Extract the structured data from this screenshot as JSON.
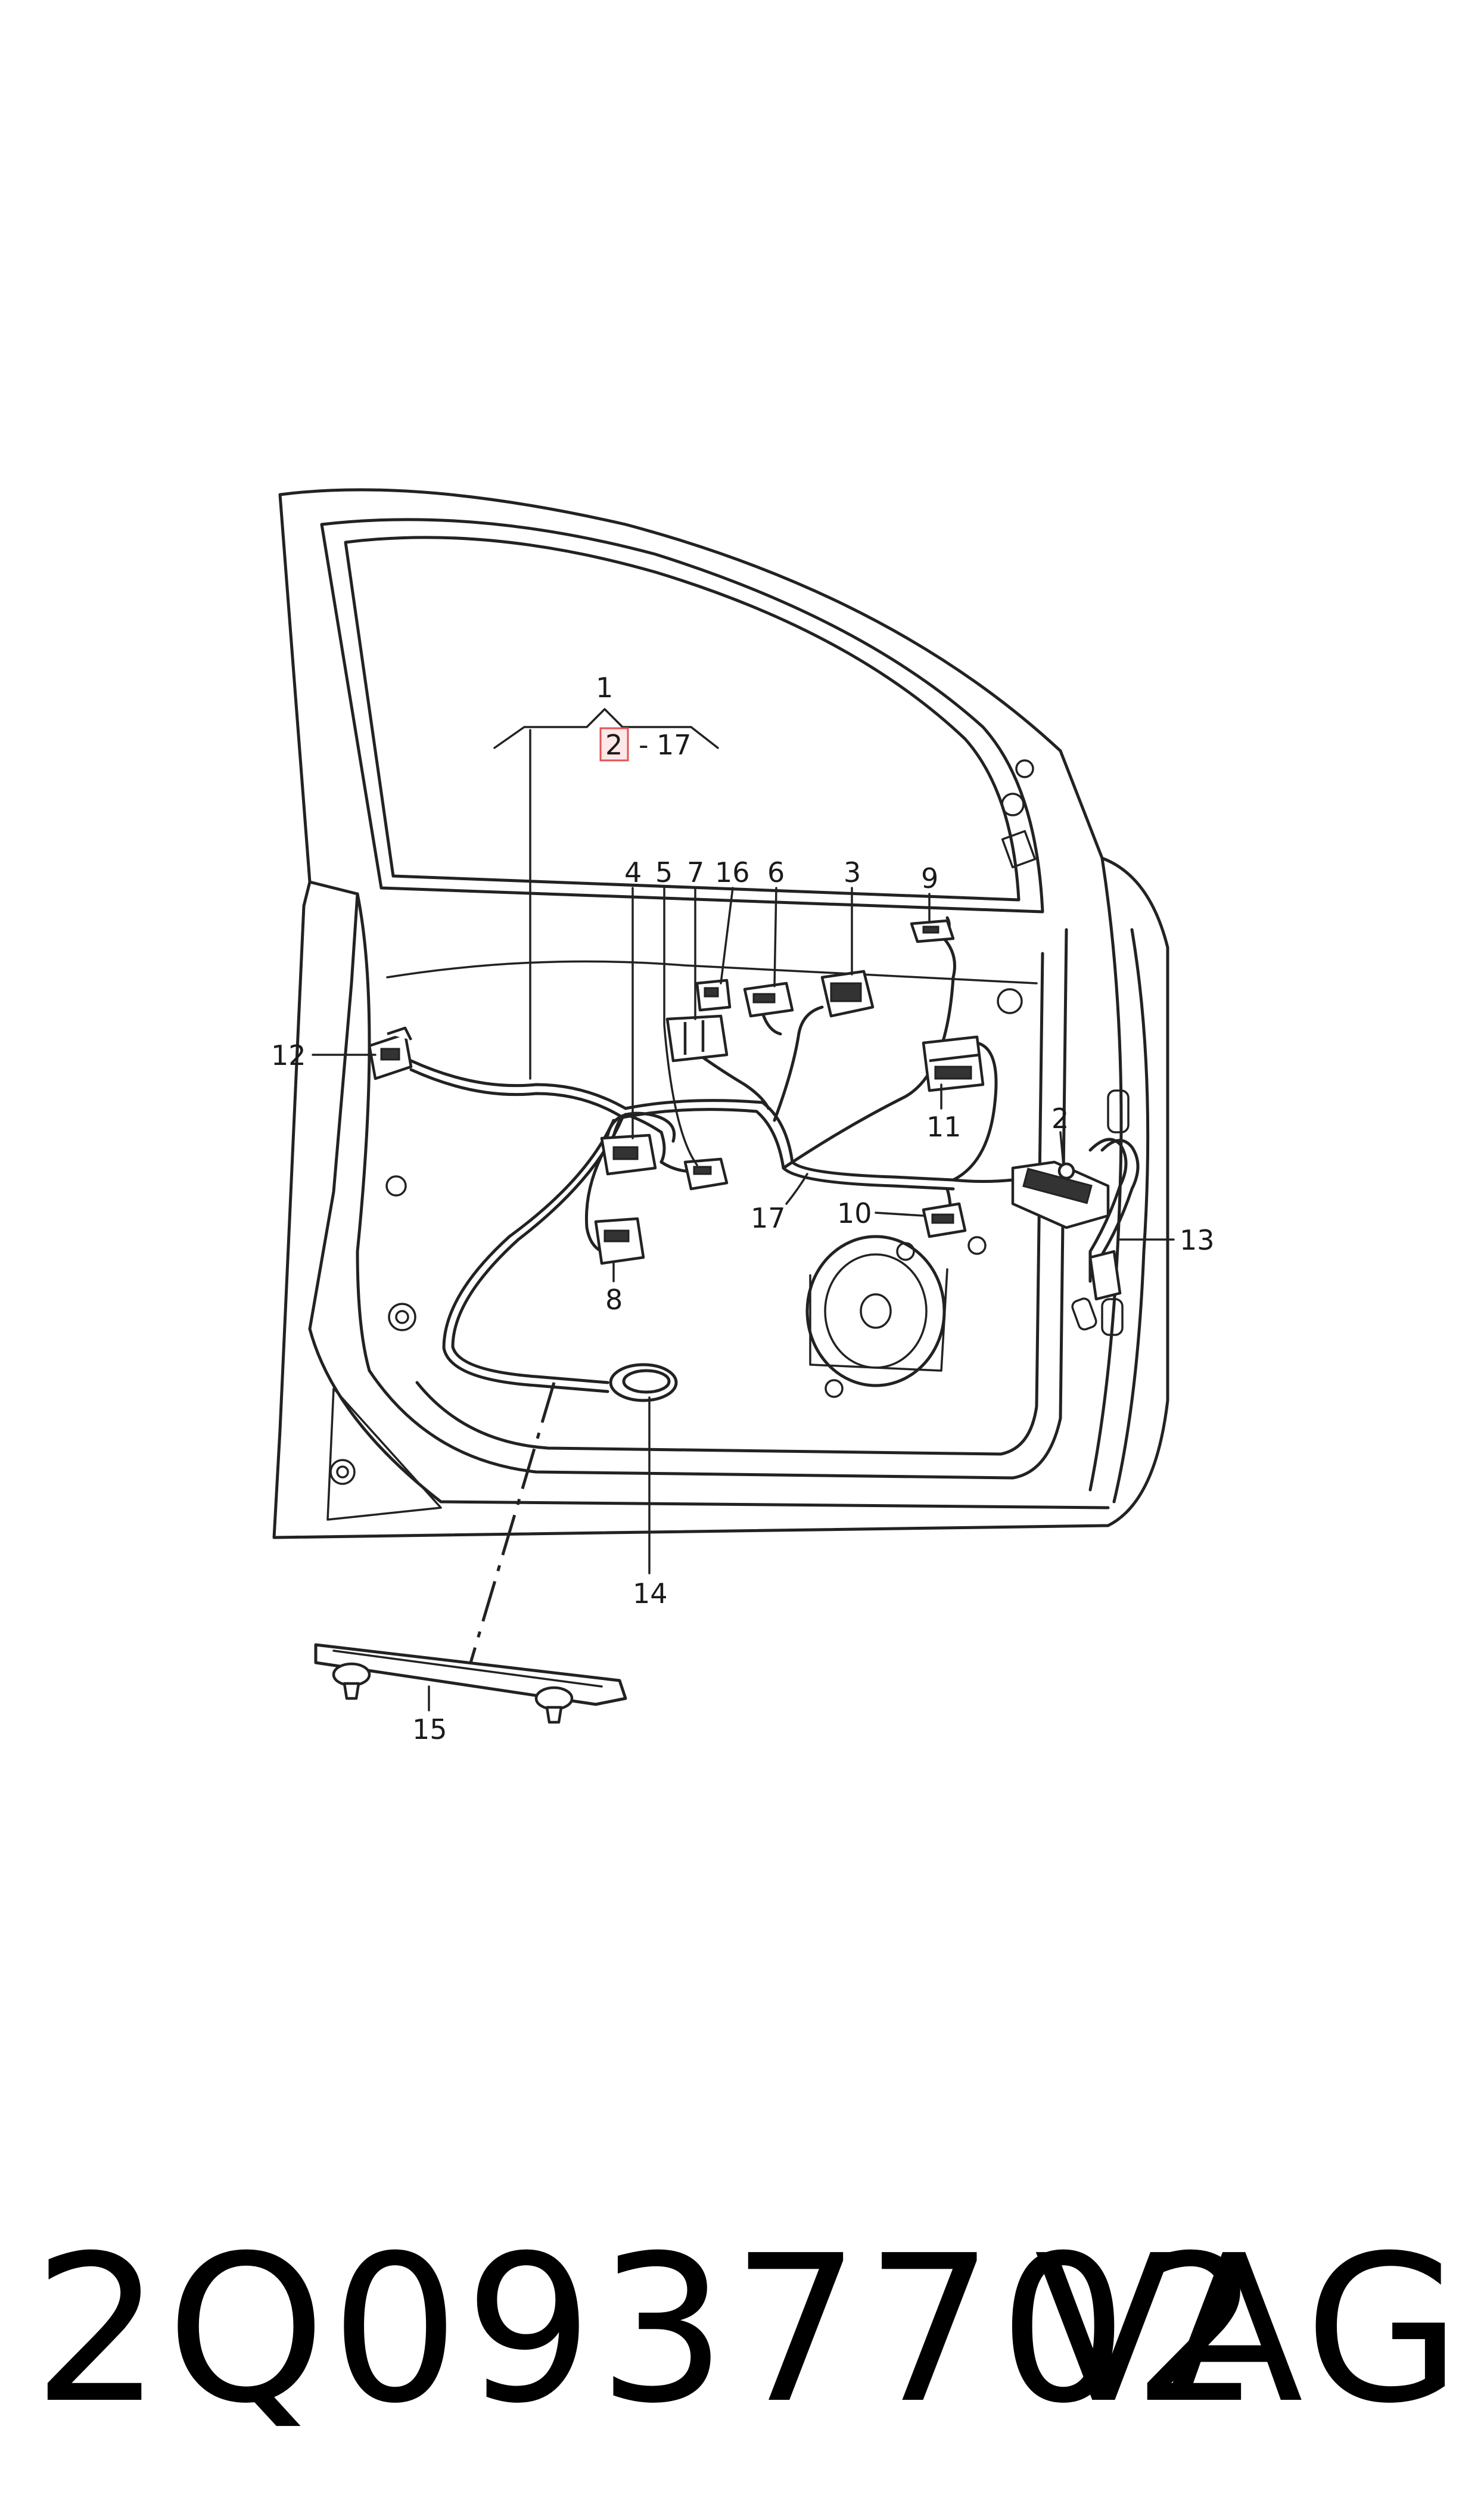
{
  "callouts": {
    "c1": "1",
    "c2": "2",
    "c2_range_start": "2",
    "c2_range_sep": "-",
    "c2_range_end": "17",
    "c3": "3",
    "c4": "4",
    "c5": "5",
    "c6": "6",
    "c7": "7",
    "c8": "8",
    "c9": "9",
    "c10": "10",
    "c11": "11",
    "c12": "12",
    "c13": "13",
    "c14": "14",
    "c15": "15",
    "c16": "16",
    "c17": "17"
  },
  "footer": {
    "part_number": "2Q0937702",
    "brand": "VAG"
  },
  "colors": {
    "line": "#222222",
    "highlight_fill": "#fde7e7",
    "highlight_stroke": "#e05555"
  }
}
